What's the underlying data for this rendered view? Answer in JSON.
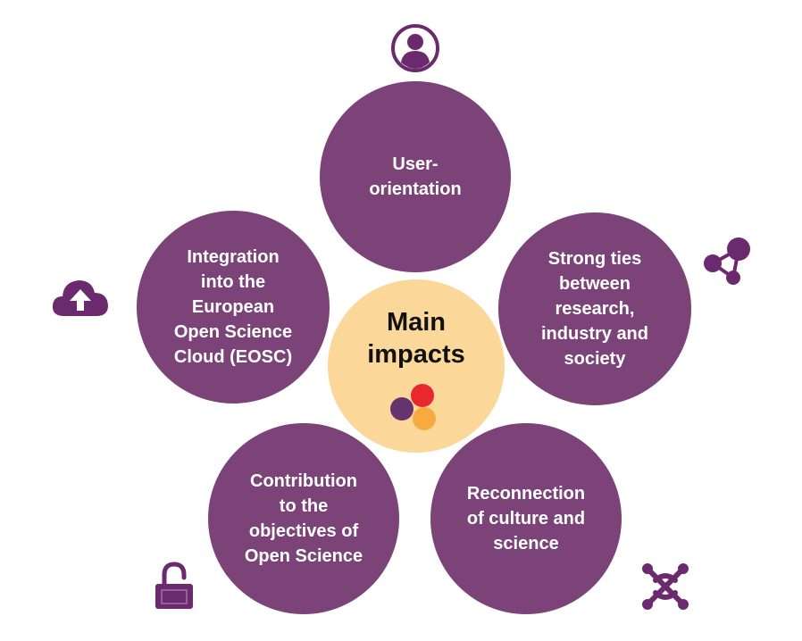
{
  "center": {
    "title": "Main\nimpacts"
  },
  "impacts": [
    {
      "id": "user-orientation",
      "label": "User-\norientation",
      "icon": "user-icon"
    },
    {
      "id": "strong-ties",
      "label": "Strong ties\nbetween\nresearch,\nindustry and\nsociety",
      "icon": "network-icon"
    },
    {
      "id": "reconnection",
      "label": "Reconnection\nof culture and\nscience",
      "icon": "joomla-icon"
    },
    {
      "id": "contribution",
      "label": "Contribution\nto the\nobjectives of\nOpen Science",
      "icon": "unlock-icon"
    },
    {
      "id": "integration-eosc",
      "label": "Integration\ninto the\nEuropean\nOpen Science\nCloud (EOSC)",
      "icon": "cloud-upload-icon"
    }
  ],
  "colors": {
    "petal": "#7c4378",
    "center": "#fbd89a",
    "icon": "#6b2a6d",
    "logo_red": "#e8282e",
    "logo_orange": "#f7a83a",
    "logo_purple": "#5d2a6a"
  }
}
